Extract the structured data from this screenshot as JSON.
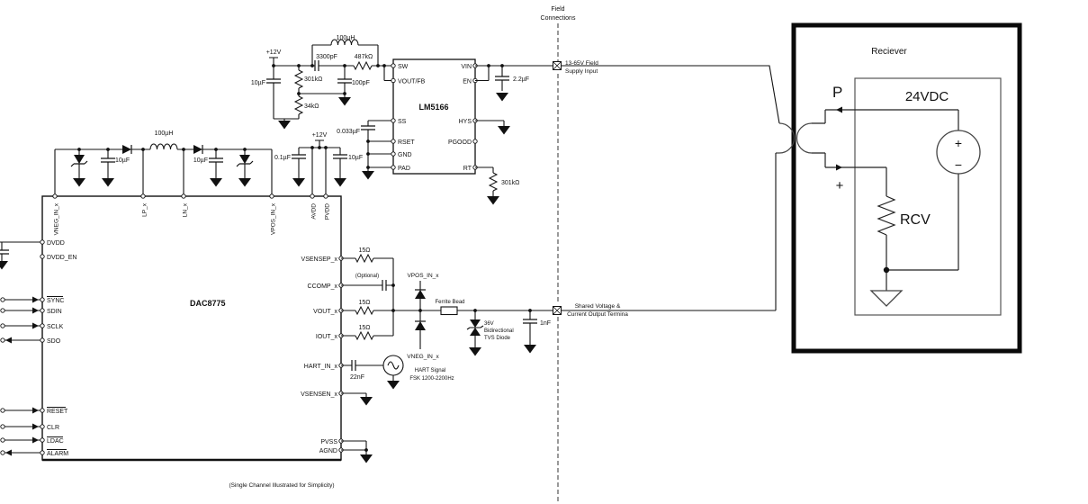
{
  "field": {
    "line1": "Field",
    "line2": "Connections",
    "supply1": "13-65V Field",
    "supply2": "Supply Input",
    "shared1": "Shared Voltage &",
    "shared2": "Current Output Termina"
  },
  "buck": {
    "v12": "+12V",
    "c10u": "10µF",
    "r301k": "301kΩ",
    "r34k": "34kΩ",
    "c3300p": "3300pF",
    "r487k": "487kΩ",
    "c100p": "100pF",
    "l100u": "100µH",
    "c0033u": "0.033µF"
  },
  "lm": {
    "part": "LM5166",
    "pins_left": [
      "SW",
      "VOUT/FB",
      "SS",
      "RSET",
      "GND",
      "PAD"
    ],
    "pins_right": [
      "VIN",
      "EN",
      "HYS",
      "PGOOD",
      "RT"
    ],
    "c22u": "2.2µF",
    "r301k_rt": "301kΩ"
  },
  "rail": {
    "c10u_left": "10µF",
    "l100u": "100µH",
    "c10u_right": "10µF",
    "v12": "+12V",
    "c01u": "0.1µF",
    "c10u_d": "10µF"
  },
  "dac": {
    "part": "DAC8775",
    "pins_top": [
      "VNEG_IN_x",
      "LP_x",
      "LN_x",
      "VPOS_IN_x",
      "AVDD",
      "PVDD"
    ],
    "pins_left": [
      "DVDD",
      "DVDD_EN",
      "SYNC",
      "SDIN",
      "SCLK",
      "SDO",
      "RESET",
      "CLR",
      "LDAC",
      "ALARM"
    ],
    "pins_right": [
      "VSENSEP_x",
      "CCOMP_x",
      "VOUT_x",
      "IOUT_x",
      "HART_IN_x",
      "VSENSEN_x",
      "PVSS",
      "AGND"
    ],
    "footnote": "(Single Channel Illustrated for Simplicity)"
  },
  "out": {
    "r15_1": "15Ω",
    "r15_2": "15Ω",
    "r15_3": "15Ω",
    "optional": "(Optional)",
    "vpos": "VPOS_IN_x",
    "vneg": "VNEG_IN_x",
    "ferrite": "Ferrite Bead",
    "tvs1": "36V",
    "tvs2": "Bidirectional",
    "tvs3": "TVS Diode",
    "c1n": "1nF",
    "c22n": "22nF",
    "hart1": "HART Signal",
    "hart2": "FSK 1200-2200Hz"
  },
  "receiver": {
    "title": "Reciever",
    "supply": "24VDC",
    "p": "P",
    "plus": "+",
    "rcv": "RCV",
    "src_plus": "+",
    "src_minus": "−"
  }
}
